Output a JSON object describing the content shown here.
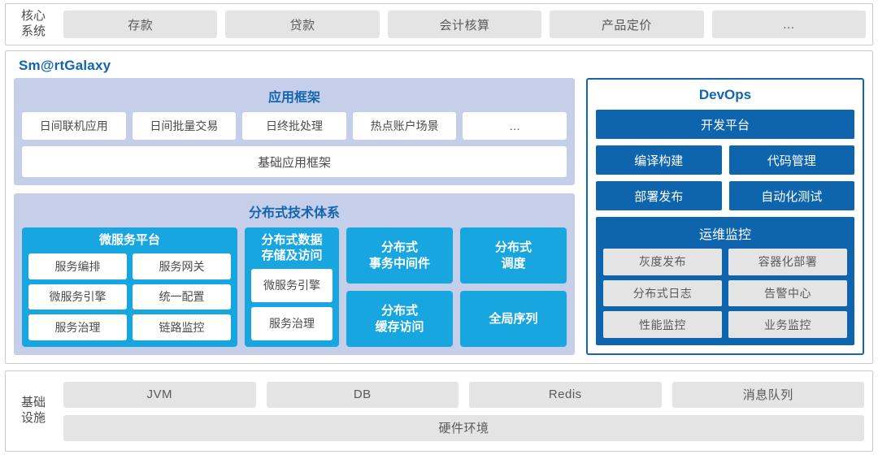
{
  "core": {
    "label": "核心\n系统",
    "items": [
      {
        "label": "存款"
      },
      {
        "label": "贷款"
      },
      {
        "label": "会计核算"
      },
      {
        "label": "产品定价"
      },
      {
        "label": "…"
      }
    ]
  },
  "galaxy": {
    "title": "Sm@rtGalaxy",
    "app_framework": {
      "title": "应用框架",
      "items": [
        {
          "label": "日间联机应用"
        },
        {
          "label": "日间批量交易"
        },
        {
          "label": "日终批处理"
        },
        {
          "label": "热点账户场景"
        },
        {
          "label": "…"
        }
      ],
      "base": "基础应用框架"
    },
    "distributed": {
      "title": "分布式技术体系",
      "microservice": {
        "title": "微服务平台",
        "rows": [
          [
            {
              "label": "服务编排"
            },
            {
              "label": "服务网关"
            }
          ],
          [
            {
              "label": "微服务引擎"
            },
            {
              "label": "统一配置"
            }
          ],
          [
            {
              "label": "服务治理"
            },
            {
              "label": "链路监控"
            }
          ]
        ]
      },
      "datastore": {
        "title": "分布式数据\n存储及访问",
        "items": [
          {
            "label": "微服务引擎"
          },
          {
            "label": "服务治理"
          }
        ]
      },
      "column3": [
        {
          "label": "分布式\n事务中间件"
        },
        {
          "label": "分布式\n缓存访问"
        }
      ],
      "column4": [
        {
          "label": "分布式\n调度"
        },
        {
          "label": "全局序列"
        }
      ]
    },
    "devops": {
      "title": "DevOps",
      "platform": "开发平台",
      "rows": [
        [
          {
            "label": "编译构建"
          },
          {
            "label": "代码管理"
          }
        ],
        [
          {
            "label": "部署发布"
          },
          {
            "label": "自动化测试"
          }
        ]
      ],
      "ops": {
        "title": "运维监控",
        "rows": [
          [
            {
              "label": "灰度发布"
            },
            {
              "label": "容器化部署"
            }
          ],
          [
            {
              "label": "分布式日志"
            },
            {
              "label": "告警中心"
            }
          ],
          [
            {
              "label": "性能监控"
            },
            {
              "label": "业务监控"
            }
          ]
        ]
      }
    }
  },
  "infra": {
    "label": "基础\n设施",
    "items": [
      {
        "label": "JVM"
      },
      {
        "label": "DB"
      },
      {
        "label": "Redis"
      },
      {
        "label": "消息队列"
      }
    ],
    "hardware": "硬件环境"
  },
  "colors": {
    "brand_blue": "#1365B0",
    "devops_blue": "#0E65AE",
    "cyan": "#18A6E0",
    "lavender": "#C6CFE9",
    "chip_gray": "#E4E4E4"
  }
}
